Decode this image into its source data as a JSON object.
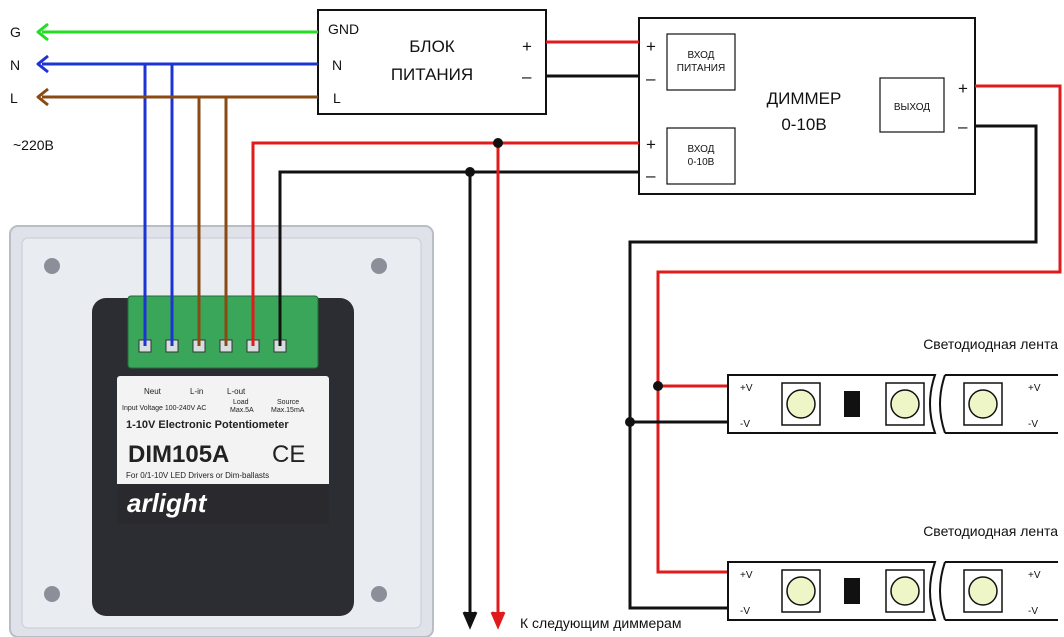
{
  "mains": {
    "g": "G",
    "n": "N",
    "l": "L",
    "voltage": "~220В"
  },
  "psu": {
    "gnd": "GND",
    "n": "N",
    "l": "L",
    "title1": "БЛОК",
    "title2": "ПИТАНИЯ",
    "plus": "+",
    "minus": "–"
  },
  "dimmer": {
    "title1": "ДИММЕР",
    "title2": "0-10В",
    "in_power1": "ВХОД",
    "in_power2": "ПИТАНИЯ",
    "in_010_1": "ВХОД",
    "in_010_2": "0-10В",
    "out": "ВЫХОД",
    "plus": "+",
    "minus": "–"
  },
  "device": {
    "neut": "Neut",
    "lin": "L-in",
    "lout": "L-out",
    "input_voltage": "Input Voltage 100-240V AC",
    "load": "Load",
    "load_max": "Max.5A",
    "source": "Source",
    "source_max": "Max.15mA",
    "desc": "1-10V Electronic Potentiometer",
    "model": "DIM105A",
    "ce": "CE",
    "note": "For 0/1-10V LED Drivers or Dim-ballasts",
    "brand": "arlight"
  },
  "strips": [
    {
      "label": "Светодиодная лента",
      "pv": "+V",
      "mv": "-V",
      "pv2": "+V",
      "mv2": "-V"
    },
    {
      "label": "Светодиодная лента",
      "pv": "+V",
      "mv": "-V",
      "pv2": "+V",
      "mv2": "-V"
    }
  ],
  "next": "К следующим диммерам",
  "colors": {
    "ground": "#22dd22",
    "neutral": "#1c34d4",
    "live": "#8a4a14",
    "plus": "#e01b1b",
    "minus": "#111111"
  }
}
